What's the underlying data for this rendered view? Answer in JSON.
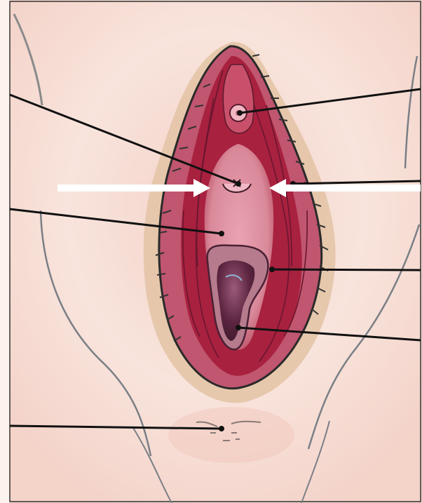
{
  "figure": {
    "kind": "anatomical illustration",
    "colors": {
      "paper": "#fdf3ec",
      "skin_light": "#f6ddd4",
      "skin_pink": "#eebcb2",
      "tan_rim": "#d9b08a",
      "outer_lip": "#a8213f",
      "vestibule": "#dc8a9c",
      "opening": "#6e2a44",
      "leader_line": "#111111",
      "arrow": "#ffffff"
    },
    "leader_lines": [
      {
        "id": "leader-left-upper",
        "side": "left",
        "target": "urethral-opening"
      },
      {
        "id": "leader-left-middle",
        "side": "left",
        "target": "vestibule"
      },
      {
        "id": "leader-left-lower",
        "side": "left",
        "target": "perineum"
      },
      {
        "id": "leader-right-top",
        "side": "right",
        "target": "clitoris"
      },
      {
        "id": "leader-right-second",
        "side": "right",
        "target": "labium-minus"
      },
      {
        "id": "leader-right-third",
        "side": "right",
        "target": "hymenal-rim"
      },
      {
        "id": "leader-right-fourth",
        "side": "right",
        "target": "vaginal-opening"
      }
    ],
    "arrows": [
      {
        "id": "arrow-from-left",
        "points": "right"
      },
      {
        "id": "arrow-from-right",
        "points": "left"
      }
    ]
  }
}
